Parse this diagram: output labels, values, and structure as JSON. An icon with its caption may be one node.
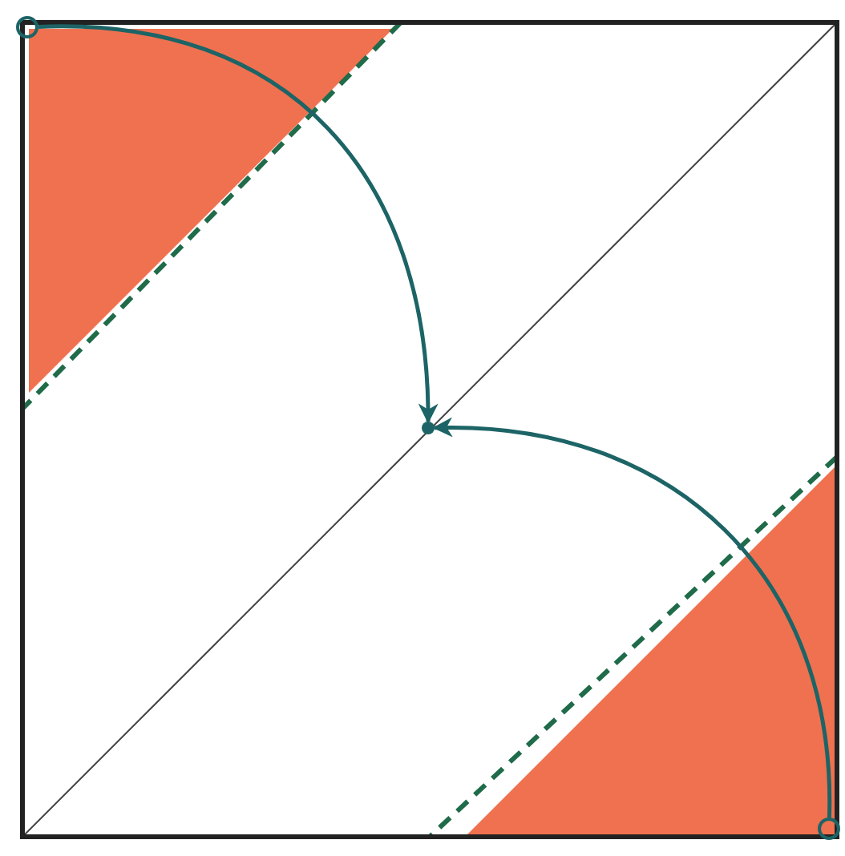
{
  "diagram": {
    "nodes": [
      {
        "text": [],
        "shape": "circle"
      },
      {
        "text": [],
        "shape": "circle"
      },
      {
        "text": [],
        "shape": "circle"
      }
    ],
    "edges": [
      {
        "from": 0,
        "to": 1,
        "arrow": "to"
      },
      {
        "from": 2,
        "to": 1,
        "arrow": "to"
      }
    ]
  }
}
